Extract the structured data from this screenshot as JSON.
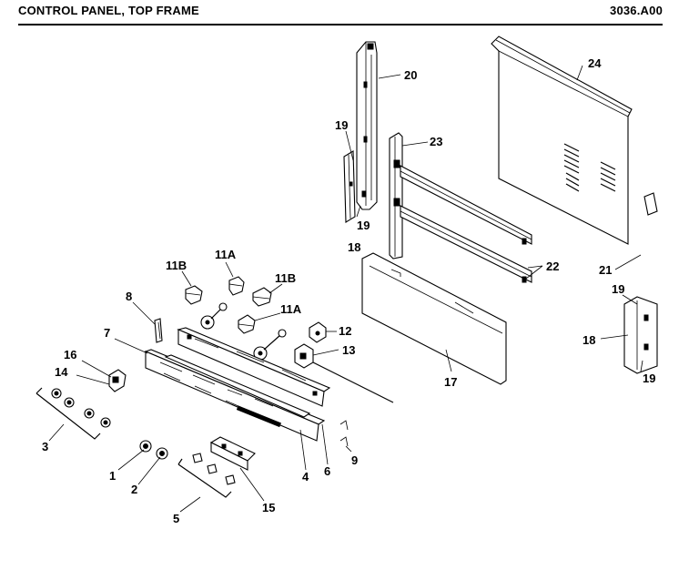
{
  "header": {
    "title": "CONTROL PANEL, TOP FRAME",
    "code": "3036.A00"
  },
  "callouts": [
    {
      "id": "c20",
      "text": "20"
    },
    {
      "id": "c24",
      "text": "24"
    },
    {
      "id": "c19a",
      "text": "19"
    },
    {
      "id": "c23",
      "text": "23"
    },
    {
      "id": "c19b",
      "text": "19"
    },
    {
      "id": "c18a",
      "text": "18"
    },
    {
      "id": "c22",
      "text": "22"
    },
    {
      "id": "c21",
      "text": "21"
    },
    {
      "id": "c19c",
      "text": "19"
    },
    {
      "id": "c18b",
      "text": "18"
    },
    {
      "id": "c19d",
      "text": "19"
    },
    {
      "id": "c11Ba",
      "text": "11B"
    },
    {
      "id": "c11Aa",
      "text": "11A"
    },
    {
      "id": "c11Bb",
      "text": "11B"
    },
    {
      "id": "c8",
      "text": "8"
    },
    {
      "id": "c11Ab",
      "text": "11A"
    },
    {
      "id": "c7",
      "text": "7"
    },
    {
      "id": "c12",
      "text": "12"
    },
    {
      "id": "c13",
      "text": "13"
    },
    {
      "id": "c16",
      "text": "16"
    },
    {
      "id": "c14",
      "text": "14"
    },
    {
      "id": "c17",
      "text": "17"
    },
    {
      "id": "c3",
      "text": "3"
    },
    {
      "id": "c1",
      "text": "1"
    },
    {
      "id": "c2",
      "text": "2"
    },
    {
      "id": "c4",
      "text": "4"
    },
    {
      "id": "c6",
      "text": "6"
    },
    {
      "id": "c9",
      "text": "9"
    },
    {
      "id": "c15",
      "text": "15"
    },
    {
      "id": "c5",
      "text": "5"
    }
  ]
}
